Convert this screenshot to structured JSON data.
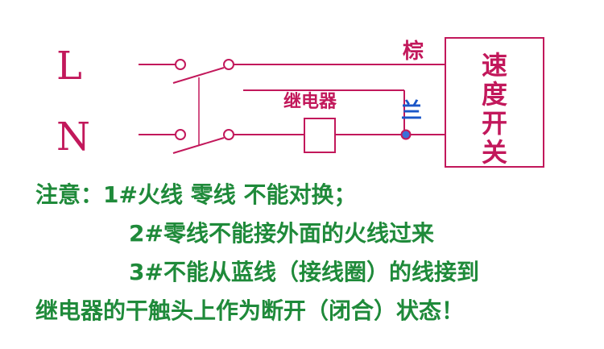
{
  "diagram": {
    "line_label": "L",
    "neutral_label": "N",
    "relay_label": "继电器",
    "brown_wire_label": "棕",
    "blue_wire_label": "兰",
    "speed_switch_label": "速度开关",
    "wire_color": "#c2185b",
    "dot_color": "#3a6fd8",
    "blue_label_color": "#1a56c8"
  },
  "notes": {
    "color": "#1f8a3a",
    "line1": "注意：1#火线 零线 不能对换；",
    "line2": "2#零线不能接外面的火线过来",
    "line3": "3#不能从蓝线（接线圈）的线接到",
    "line4": "继电器的干触头上作为断开（闭合）状态！"
  }
}
